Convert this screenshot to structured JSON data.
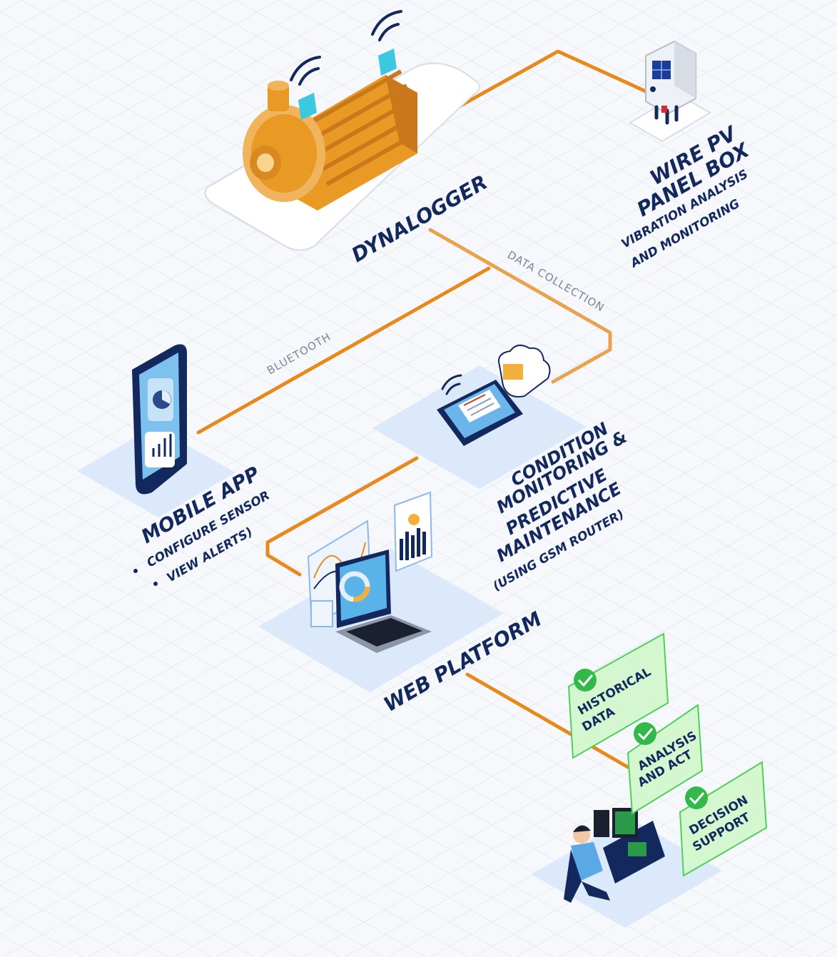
{
  "nodes": {
    "dynalogger": "DYNALOGGER",
    "pv_box": {
      "title_line1": "WIRE PV",
      "title_line2": "PANEL BOX",
      "sub_line1": "VIBRATION ANALYSIS",
      "sub_line2": "AND MONITORING"
    },
    "mobile_app": {
      "title": "MOBILE APP",
      "items": [
        "CONFIGURE SENSOR",
        "VIEW ALERTS)"
      ]
    },
    "condition": {
      "lines": [
        "CONDITION",
        "MONITORING &",
        "PREDICTIVE",
        "MAINTENANCE"
      ],
      "sub": "(USING GSM ROUTER)"
    },
    "web_platform": "WEB PLATFORM"
  },
  "connections": {
    "bluetooth": "BLUETOOTH",
    "data_collection": "DATA COLLECTION"
  },
  "checklist": [
    {
      "line1": "HISTORICAL",
      "line2": "DATA"
    },
    {
      "line1": "ANALYSIS",
      "line2": "AND ACT"
    },
    {
      "line1": "DECISION",
      "line2": "SUPPORT"
    }
  ],
  "colors": {
    "connector": "#e8891c",
    "label": "#13295e",
    "card_fill": "#d4f7cf",
    "card_border": "#4fcf5c",
    "check": "#35b84a",
    "platform": "#dbe9fb"
  }
}
